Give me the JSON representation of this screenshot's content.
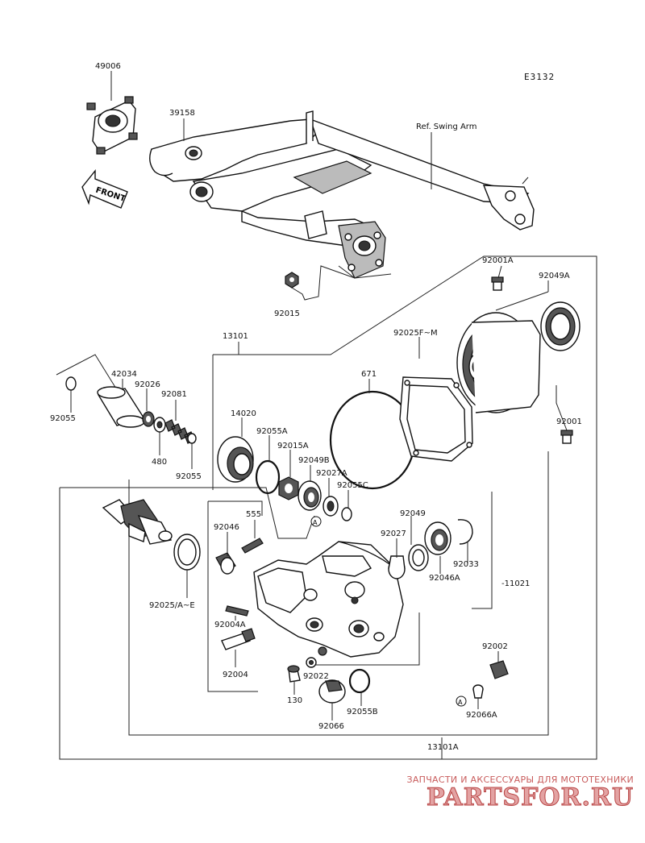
{
  "diagram": {
    "ref_code": "E3132",
    "ref_swing_arm": "Ref. Swing Arm",
    "front_arrow": "FRONT",
    "parts": {
      "p49006": "49006",
      "p39158": "39158",
      "p92015": "92015",
      "p13101": "13101",
      "p92001A": "92001A",
      "p92049A": "92049A",
      "p92025FM": "92025F~M",
      "p671": "671",
      "p92001": "92001",
      "p42034": "42034",
      "p92026": "92026",
      "p92081": "92081",
      "p92055_left": "92055",
      "p480": "480",
      "p92055_b": "92055",
      "p14020": "14020",
      "p92055A": "92055A",
      "p92015A": "92015A",
      "p92049B": "92049B",
      "p92027A": "92027A",
      "p92055C": "92055C",
      "p555": "555",
      "p92046": "92046",
      "p92049": "92049",
      "p92027": "92027",
      "p92033": "92033",
      "p92046A": "92046A",
      "p11021": "-11021",
      "p92025AE": "92025/A~E",
      "p92004A": "92004A",
      "p92004": "92004",
      "p92022": "92022",
      "p130": "130",
      "p92066": "92066",
      "p92055B": "92055B",
      "p92002": "92002",
      "p92066A": "92066A",
      "p13101A": "13101A",
      "marker_a1": "A",
      "marker_a2": "A"
    }
  },
  "watermark": {
    "tagline": "ЗАПЧАСТИ И АКСЕССУАРЫ ДЛЯ МОТОТЕХНИКИ",
    "logo": "PARTSFOR.RU"
  }
}
